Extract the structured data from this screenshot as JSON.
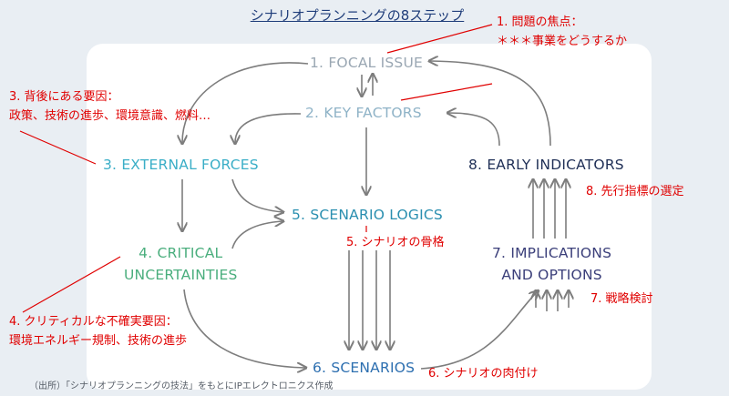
{
  "title": "シナリオプランニングの8ステップ",
  "nodes": {
    "focal_issue": "1. FOCAL ISSUE",
    "key_factors": "2. KEY FACTORS",
    "external_forces": "3. EXTERNAL FORCES",
    "critical_uncertainties": [
      "4. CRITICAL",
      "UNCERTAINTIES"
    ],
    "scenario_logics": "5. SCENARIO LOGICS",
    "scenarios": "6. SCENARIOS",
    "implications": [
      "7. IMPLICATIONS",
      "AND OPTIONS"
    ],
    "early_indicators": "8. EARLY INDICATORS"
  },
  "annotations": {
    "a1": [
      "1. 問題の焦点：",
      "＊＊＊事業をどうするか"
    ],
    "a3": [
      "3. 背後にある要因：",
      "政策、技術の進歩、環境意識、燃料…"
    ],
    "a4": [
      "4. クリティカルな不確実要因：",
      "環境エネルギー規制、技術の進歩"
    ],
    "a5": "5. シナリオの骨格",
    "a6": "6. シナリオの肉付け",
    "a7": "7. 戦略検討",
    "a8": "8. 先行指標の選定"
  },
  "source": "（出所）「シナリオプランニングの技法」をもとにIPエレクトロニクス作成",
  "colors": {
    "background": "#e9eef3",
    "arrow": "#7d7d7d",
    "annotation": "#e00000",
    "title": "#1f3d7a"
  }
}
